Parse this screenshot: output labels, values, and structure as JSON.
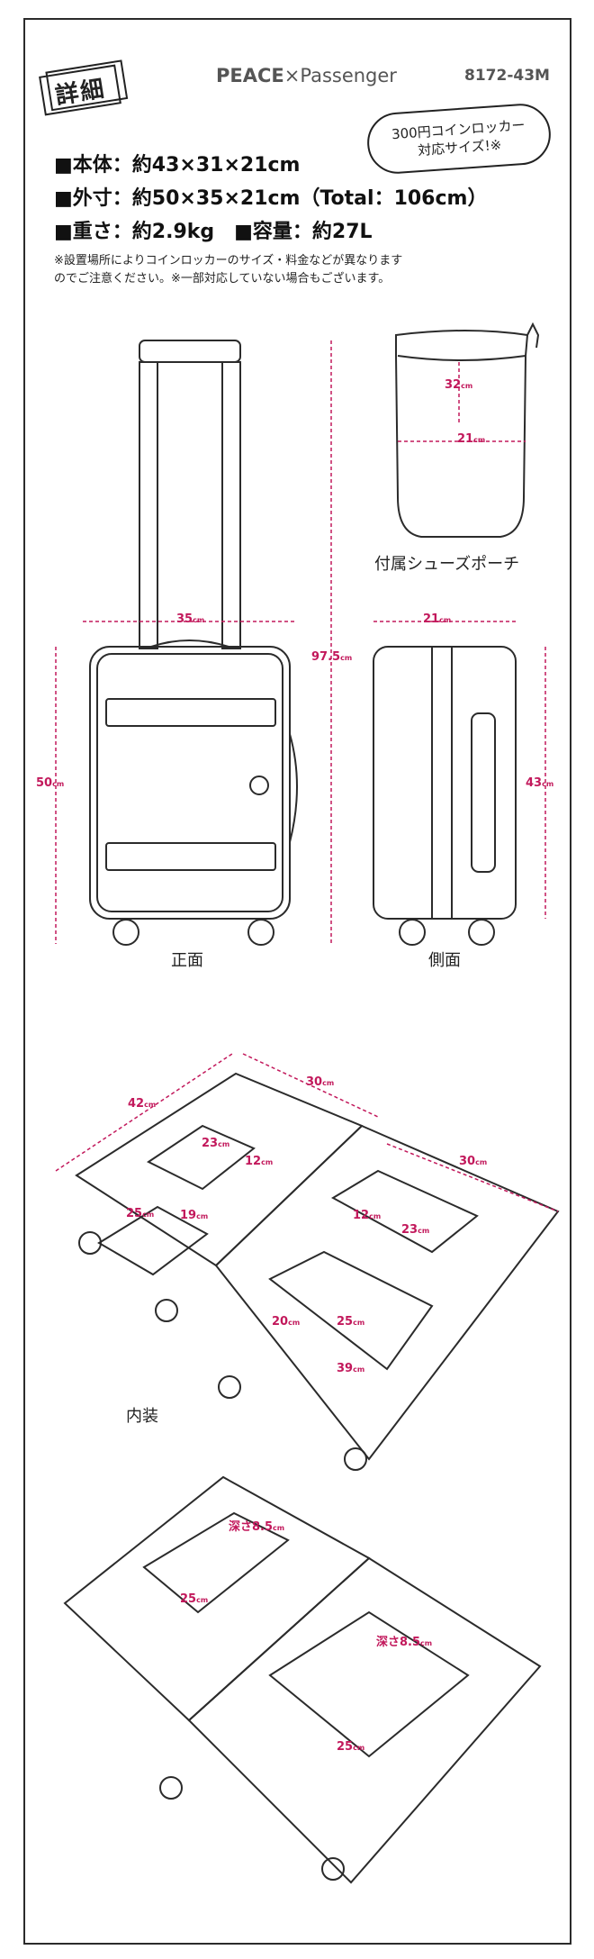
{
  "header": {
    "tag": "詳細",
    "brand_a": "PEACE",
    "brand_x": "×",
    "brand_b": "Passenger",
    "model": "8172-43M",
    "bubble_line1": "300円コインロッカー",
    "bubble_line2": "対応サイズ!※"
  },
  "specs": {
    "body_size": "■本体：約43×31×21cm",
    "outer_size": "■外寸：約50×35×21cm（Total：106cm）",
    "weight_capacity": "■重さ：約2.9kg　■容量：約27L",
    "note_line1": "※設置場所によりコインロッカーのサイズ・料金などが異なります",
    "note_line2": "のでご注意ください。※一部対応していない場合もございます。"
  },
  "captions": {
    "pouch": "付属シューズポーチ",
    "front": "正面",
    "side": "側面",
    "interior": "内装"
  },
  "dimensions": {
    "pouch_h": "32",
    "pouch_w": "21",
    "front_w": "35",
    "total_h": "97.5",
    "side_w": "21",
    "front_h": "50",
    "side_h": "43",
    "int_l_w": "42",
    "int_top": "30",
    "int_r_w": "30",
    "int_23a": "23",
    "int_12a": "12",
    "int_25a": "25",
    "int_19": "19",
    "int_12b": "12",
    "int_23b": "23",
    "int_20": "20",
    "int_25b": "25",
    "int_39": "39",
    "depth_a": "深さ8.5",
    "depth_b": "深さ8.5",
    "low_25a": "25",
    "low_25b": "25",
    "unit": "cm"
  },
  "colors": {
    "accent": "#c2185b",
    "line": "#2b2b2b"
  }
}
